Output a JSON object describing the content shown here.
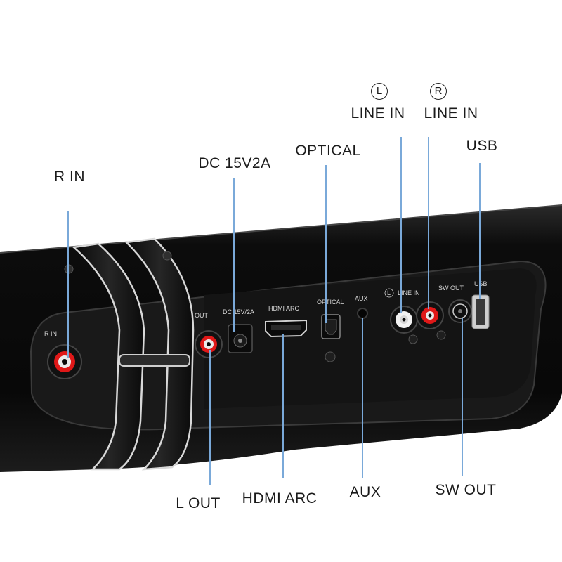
{
  "colors": {
    "body": "#0d0d0d",
    "panel": "#1b1b1b",
    "leader_line": "#7aa9d9",
    "rca_red": "#e01818",
    "rca_white": "#f2f2f2"
  },
  "callouts": {
    "r_in": "R IN",
    "dc_power": "DC 15V2A",
    "optical": "OPTICAL",
    "left_circle": "L",
    "right_circle": "R",
    "line_in_left": "LINE IN",
    "line_in_right": "LINE IN",
    "usb": "USB",
    "l_out": "L OUT",
    "hdmi_arc": "HDMI ARC",
    "aux": "AUX",
    "sw_out": "SW OUT"
  },
  "panel_labels": {
    "r_in": "R IN",
    "out": "OUT",
    "dc": "DC 15V/2A",
    "hdmi": "HDMI ARC",
    "optical": "OPTICAL",
    "aux": "AUX",
    "l_mark": "L",
    "line_in": "LINE IN",
    "sw_out": "SW OUT",
    "usb": "USB"
  }
}
